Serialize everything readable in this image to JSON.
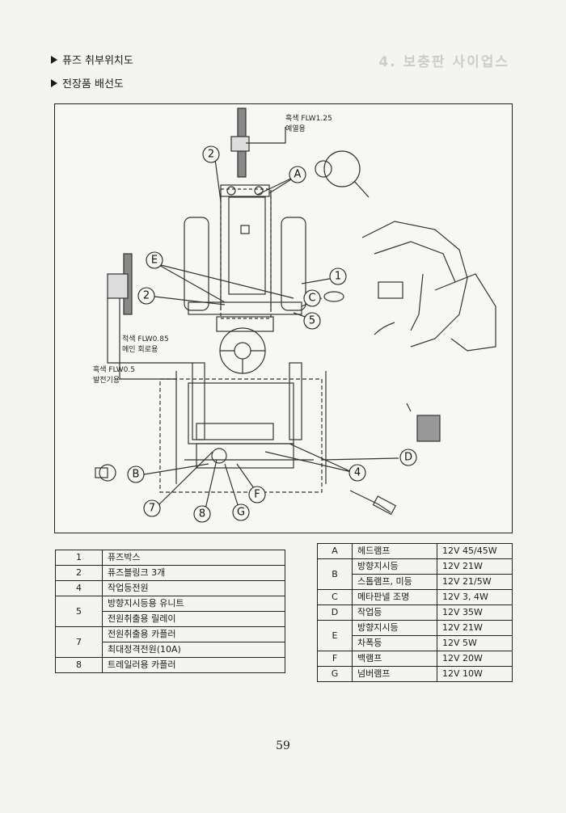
{
  "header": {
    "bullet1": "퓨즈 취부위치도",
    "bullet2": "전장품 배선도",
    "ghost_title": "4. 보충판 사이업스"
  },
  "diagram": {
    "notes": {
      "top": [
        "흑색 FLW1.25",
        "예열용"
      ],
      "red": [
        "적색 FLW0.85",
        "메인 회로용"
      ],
      "black": [
        "흑색 FLW0.5",
        "발전기용"
      ]
    },
    "callouts": {
      "A": "A",
      "B": "B",
      "C": "C",
      "D": "D",
      "E": "E",
      "F": "F",
      "G": "G",
      "n1": "1",
      "n2a": "2",
      "n2b": "2",
      "n4": "4",
      "n5": "5",
      "n7": "7",
      "n8": "8"
    }
  },
  "table_left": {
    "rows": [
      {
        "num": "1",
        "lines": [
          "퓨즈박스"
        ]
      },
      {
        "num": "2",
        "lines": [
          "퓨즈블링크 3개"
        ]
      },
      {
        "num": "4",
        "lines": [
          "작업등전원"
        ]
      },
      {
        "num": "5",
        "lines": [
          "방향지시등용 유니트",
          "전원취출용 릴레이"
        ]
      },
      {
        "num": "7",
        "lines": [
          "전원취출용 카플러",
          "최대정격전원(10A)"
        ]
      },
      {
        "num": "8",
        "lines": [
          "트레일러용 카플러"
        ]
      }
    ]
  },
  "table_right": {
    "rows": [
      {
        "key": "A",
        "name": "헤드램프",
        "spec": "12V 45/45W"
      },
      {
        "key": "B",
        "name": "방향지시등",
        "spec": "12V 21W"
      },
      {
        "key": "",
        "name": "스톱램프, 미등",
        "spec": "12V 21/5W"
      },
      {
        "key": "C",
        "name": "메타판넬 조명",
        "spec": "12V 3, 4W"
      },
      {
        "key": "D",
        "name": "작업등",
        "spec": "12V 35W"
      },
      {
        "key": "E",
        "name": "방향지시등",
        "spec": "12V 21W"
      },
      {
        "key": "",
        "name": "차폭등",
        "spec": "12V 5W"
      },
      {
        "key": "F",
        "name": "백램프",
        "spec": "12V 20W"
      },
      {
        "key": "G",
        "name": "넘버램프",
        "spec": "12V 10W"
      }
    ]
  },
  "page_number": "59"
}
